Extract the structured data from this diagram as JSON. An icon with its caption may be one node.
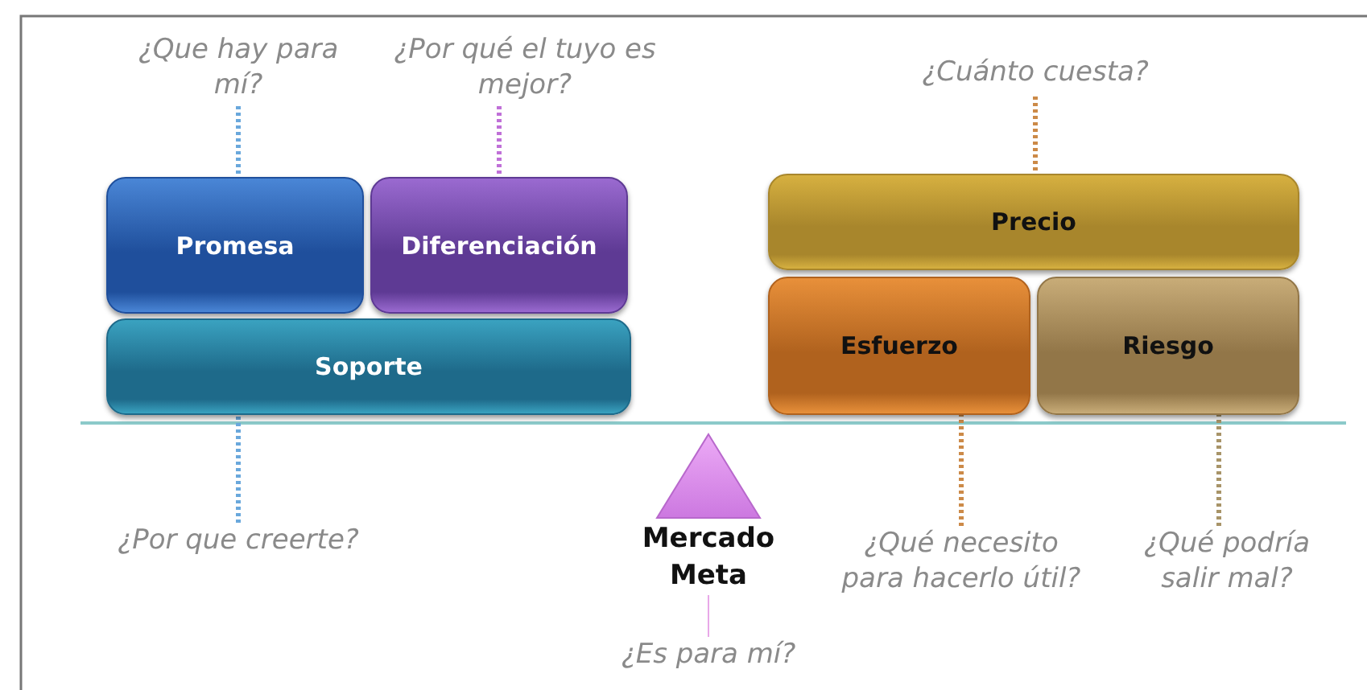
{
  "diagram": {
    "nodes": [
      {
        "text": [
          "¿Que hay para mí?"
        ]
      },
      {
        "text": [
          "¿Por qué el tuyo es mejor?"
        ]
      },
      {
        "text": [
          "¿Cuánto cuesta?"
        ]
      },
      {
        "text": [
          "Promesa"
        ]
      },
      {
        "text": [
          "Diferenciación"
        ]
      },
      {
        "text": [
          "Precio"
        ]
      },
      {
        "text": [
          "Soporte"
        ]
      },
      {
        "text": [
          "Esfuerzo"
        ]
      },
      {
        "text": [
          "Riesgo"
        ]
      },
      {
        "text": [
          "¿Por que creerte?"
        ]
      },
      {
        "text": [
          "Mercado Meta"
        ]
      },
      {
        "text": [
          "¿Qué necesito para hacerlo útil?"
        ]
      },
      {
        "text": [
          "¿Qué podría salir mal?"
        ]
      },
      {
        "text": [
          "¿Es para mí?"
        ]
      }
    ],
    "edges": [
      {
        "from": 0,
        "to": 3,
        "arrow": "none",
        "style": "dashed",
        "color": "#6aa8dc"
      },
      {
        "from": 1,
        "to": 4,
        "arrow": "none",
        "style": "dashed",
        "color": "#c070d8"
      },
      {
        "from": 2,
        "to": 5,
        "arrow": "none",
        "style": "dashed",
        "color": "#cc8a48"
      },
      {
        "from": 9,
        "to": 6,
        "arrow": "none",
        "style": "dashed",
        "color": "#6aa8dc"
      },
      {
        "from": 11,
        "to": 7,
        "arrow": "none",
        "style": "dashed",
        "color": "#cc8a48"
      },
      {
        "from": 12,
        "to": 8,
        "arrow": "none",
        "style": "dashed",
        "color": "#a89468"
      },
      {
        "from": 13,
        "to": 10,
        "arrow": "none",
        "color": "#e8a8e8"
      }
    ]
  }
}
